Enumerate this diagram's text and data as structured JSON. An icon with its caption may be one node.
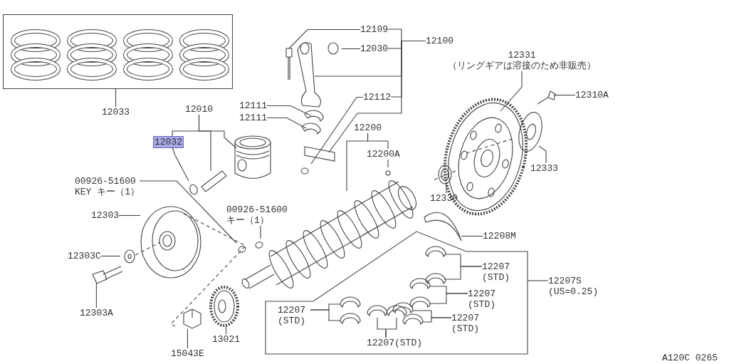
{
  "diagram": {
    "nodes": [
      {
        "text": [],
        "shape": "box"
      },
      {
        "text": [
          "12033"
        ]
      },
      {
        "text": [
          "12010"
        ]
      },
      {
        "text": [
          "12032"
        ]
      },
      {
        "text": [
          "00926-51600",
          "KEY キー（1）"
        ]
      },
      {
        "text": [
          "12303"
        ]
      },
      {
        "text": [
          "12303C"
        ]
      },
      {
        "text": [
          "12303A"
        ]
      },
      {
        "text": [
          "15043E"
        ]
      },
      {
        "text": [
          "13021"
        ]
      },
      {
        "text": [
          "00926-51600",
          "キー（1）"
        ]
      },
      {
        "text": [
          "12109"
        ]
      },
      {
        "text": [
          "12030"
        ]
      },
      {
        "text": [
          "12100"
        ]
      },
      {
        "text": [
          "12111"
        ]
      },
      {
        "text": [
          "12111"
        ]
      },
      {
        "text": [
          "12112"
        ]
      },
      {
        "text": [
          "12200"
        ]
      },
      {
        "text": [
          "12200A"
        ]
      },
      {
        "text": [
          "12331",
          "（リングギアは溶接のため非販売）"
        ]
      },
      {
        "text": [
          "12310A"
        ]
      },
      {
        "text": [
          "12333"
        ]
      },
      {
        "text": [
          "12330"
        ]
      },
      {
        "text": [
          "12208M"
        ]
      },
      {
        "text": [],
        "shape": "box"
      },
      {
        "text": [
          "12207 (STD)"
        ],
        "in": 24
      },
      {
        "text": [
          "12207 (STD)"
        ],
        "in": 24
      },
      {
        "text": [
          "12207 (STD)"
        ],
        "in": 24
      },
      {
        "text": [
          "12207 (STD)"
        ],
        "in": 24
      },
      {
        "text": [
          "12207(STD)"
        ],
        "in": 24
      },
      {
        "text": [
          "12207S (US=0.25)"
        ]
      }
    ],
    "edges": [
      {
        "from": 1,
        "to": 0,
        "arrow": "none"
      },
      {
        "from": 2,
        "to": 3,
        "arrow": "none"
      },
      {
        "from": 2,
        "to": null,
        "arrow": "none"
      },
      {
        "from": 2,
        "to": null,
        "arrow": "none"
      },
      {
        "from": 3,
        "to": null,
        "arrow": "none"
      },
      {
        "from": 4,
        "to": null,
        "arrow": "none"
      },
      {
        "from": 5,
        "to": null,
        "arrow": "none"
      },
      {
        "from": 6,
        "to": null,
        "arrow": "none"
      },
      {
        "from": 7,
        "to": null,
        "arrow": "none"
      },
      {
        "from": 8,
        "to": null,
        "arrow": "none"
      },
      {
        "from": 9,
        "to": null,
        "arrow": "none"
      },
      {
        "from": 10,
        "to": null,
        "arrow": "none"
      },
      {
        "from": 11,
        "to": null,
        "arrow": "none"
      },
      {
        "from": 12,
        "to": null,
        "arrow": "none"
      },
      {
        "from": 13,
        "to": 11,
        "arrow": "none"
      },
      {
        "from": 13,
        "to": 12,
        "arrow": "none"
      },
      {
        "from": 13,
        "to": null,
        "arrow": "none"
      },
      {
        "from": 13,
        "to": 16,
        "arrow": "none"
      },
      {
        "from": 13,
        "to": null,
        "arrow": "none"
      },
      {
        "from": 14,
        "to": null,
        "arrow": "none"
      },
      {
        "from": 15,
        "to": null,
        "arrow": "none"
      },
      {
        "from": 16,
        "to": null,
        "arrow": "none"
      },
      {
        "from": 17,
        "to": null,
        "arrow": "none"
      },
      {
        "from": 17,
        "to": 18,
        "arrow": "none"
      },
      {
        "from": 18,
        "to": null,
        "arrow": "none"
      },
      {
        "from": 19,
        "to": null,
        "arrow": "none"
      },
      {
        "from": 20,
        "to": null,
        "arrow": "none"
      },
      {
        "from": 21,
        "to": null,
        "arrow": "none"
      },
      {
        "from": 22,
        "to": null,
        "arrow": "none"
      },
      {
        "from": 23,
        "to": null,
        "arrow": "none"
      },
      {
        "from": 25,
        "to": null,
        "arrow": "none"
      },
      {
        "from": 25,
        "to": null,
        "arrow": "none"
      },
      {
        "from": 26,
        "to": null,
        "arrow": "none"
      },
      {
        "from": 26,
        "to": null,
        "arrow": "none"
      },
      {
        "from": 27,
        "to": null,
        "arrow": "none"
      },
      {
        "from": 27,
        "to": null,
        "arrow": "none"
      },
      {
        "from": 28,
        "to": null,
        "arrow": "none"
      },
      {
        "from": 28,
        "to": null,
        "arrow": "none"
      },
      {
        "from": 29,
        "to": null,
        "arrow": "none"
      },
      {
        "from": 29,
        "to": null,
        "arrow": "none"
      },
      {
        "from": 30,
        "to": 24,
        "arrow": "none"
      }
    ],
    "labels": [
      "A120C 0265"
    ]
  }
}
